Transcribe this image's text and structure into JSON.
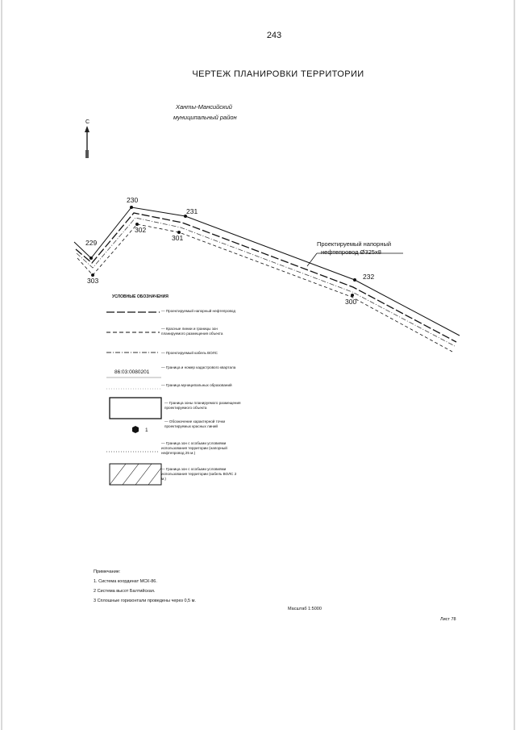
{
  "page_number": "243",
  "title": "ЧЕРТЕЖ ПЛАНИРОВКИ ТЕРРИТОРИИ",
  "region": {
    "line1": "Ханты-Мансийский",
    "line2": "муниципальный район"
  },
  "north_label": "С",
  "points": {
    "p229": "229",
    "p230": "230",
    "p231": "231",
    "p232": "232",
    "p300": "300",
    "p301": "301",
    "p302": "302",
    "p303": "303"
  },
  "pipeline_label": {
    "line1": "Проектируемый напорный",
    "line2": "нефтепровод Ø325х8"
  },
  "legend": {
    "title": "УСЛОВНЫЕ ОБОЗНАЧЕНИЯ",
    "items": [
      {
        "text": "— Проектируемый напорный нефтепровод"
      },
      {
        "text": "— Красные линии и границы зон планируемого размещения объекта"
      },
      {
        "text": "— Проектируемый кабель ВОЛС"
      },
      {
        "text": "— Граница и номер кадастрового квартала",
        "sample": "86:03:0080201"
      },
      {
        "text": "— Граница муниципальных образований"
      },
      {
        "text": "— Граница зоны планируемого размещения проектируемого объекта"
      },
      {
        "text": "— Обозначение характерной точки проектируемых красных линий",
        "sample": "1"
      },
      {
        "text": "— Граница зон с особыми условиями использования территории (напорный нефтепровод 25 м.)"
      },
      {
        "text": "— Граница зон с особыми условиями использования территории (кабель ВОЛС 2 м.)"
      }
    ]
  },
  "notes": {
    "title": "Примечание:",
    "items": [
      "1. Система координат МСК-86.",
      "2 Система высот Балтийская.",
      "3 Сплошные горизонтали проведены через 0,5 м."
    ]
  },
  "scale": "Масштаб 1:5000",
  "sheet": "Лист 78"
}
